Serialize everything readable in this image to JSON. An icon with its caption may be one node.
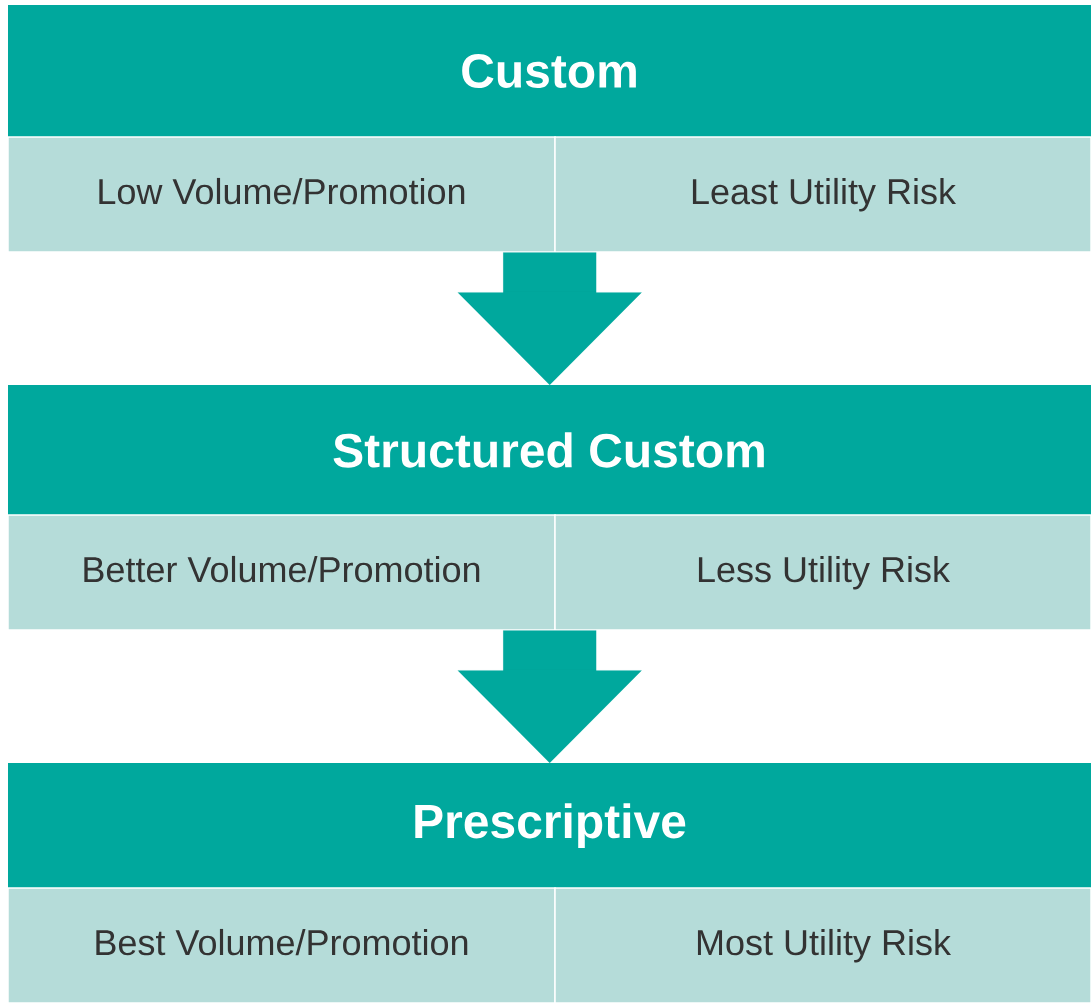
{
  "diagram": {
    "nodes": [
      {
        "text": [
          "Custom",
          "Low Volume/Promotion",
          "Least Utility Risk"
        ]
      },
      {
        "text": [
          "Structured Custom",
          "Better Volume/Promotion",
          "Less Utility Risk"
        ]
      },
      {
        "text": [
          "Prescriptive",
          "Best Volume/Promotion",
          "Most Utility Risk"
        ]
      }
    ],
    "edges": [
      {
        "from": 0,
        "to": 1,
        "arrow": "to"
      },
      {
        "from": 1,
        "to": 2,
        "arrow": "to"
      }
    ]
  }
}
